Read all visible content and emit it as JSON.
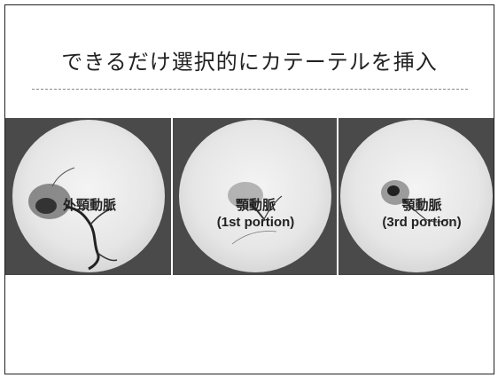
{
  "slide": {
    "title": "できるだけ選択的にカテーテルを挿入"
  },
  "panels": [
    {
      "caption_line1": "外頸動脈",
      "caption_line2": ""
    },
    {
      "caption_line1": "顎動脈",
      "caption_line2": "(1st portion)"
    },
    {
      "caption_line1": "顎動脈",
      "caption_line2": "(3rd portion)"
    }
  ]
}
